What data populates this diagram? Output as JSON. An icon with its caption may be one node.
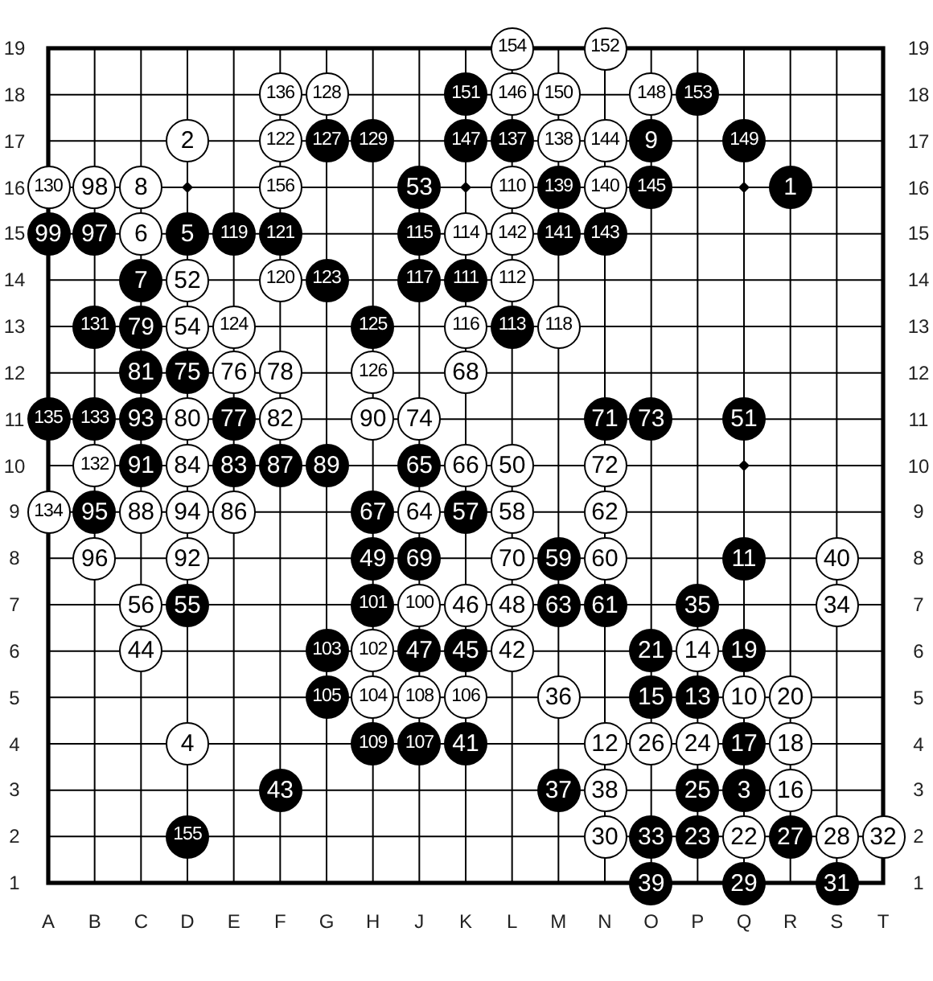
{
  "diagram": {
    "nodes": [
      {
        "text": [
          "154"
        ]
      },
      {
        "text": [
          "152"
        ]
      },
      {
        "text": [
          "136"
        ]
      },
      {
        "text": [
          "128"
        ]
      },
      {
        "text": [
          "151"
        ]
      },
      {
        "text": [
          "146"
        ]
      },
      {
        "text": [
          "150"
        ]
      },
      {
        "text": [
          "148"
        ]
      },
      {
        "text": [
          "153"
        ]
      },
      {
        "text": [
          "2"
        ]
      },
      {
        "text": [
          "122"
        ]
      },
      {
        "text": [
          "127"
        ]
      },
      {
        "text": [
          "129"
        ]
      },
      {
        "text": [
          "147"
        ]
      },
      {
        "text": [
          "137"
        ]
      },
      {
        "text": [
          "138"
        ]
      },
      {
        "text": [
          "144"
        ]
      },
      {
        "text": [
          "9"
        ]
      },
      {
        "text": [
          "149"
        ]
      },
      {
        "text": [
          "130"
        ]
      },
      {
        "text": [
          "98"
        ]
      },
      {
        "text": [
          "8"
        ]
      },
      {
        "text": [
          "156"
        ]
      },
      {
        "text": [
          "53"
        ]
      },
      {
        "text": [
          "110"
        ]
      },
      {
        "text": [
          "139"
        ]
      },
      {
        "text": [
          "140"
        ]
      },
      {
        "text": [
          "145"
        ]
      },
      {
        "text": [
          "1"
        ]
      },
      {
        "text": [
          "99"
        ]
      },
      {
        "text": [
          "97"
        ]
      },
      {
        "text": [
          "6"
        ]
      },
      {
        "text": [
          "5"
        ]
      },
      {
        "text": [
          "119"
        ]
      },
      {
        "text": [
          "121"
        ]
      },
      {
        "text": [
          "115"
        ]
      },
      {
        "text": [
          "114"
        ]
      },
      {
        "text": [
          "142"
        ]
      },
      {
        "text": [
          "141"
        ]
      },
      {
        "text": [
          "143"
        ]
      },
      {
        "text": [
          "7"
        ]
      },
      {
        "text": [
          "52"
        ]
      },
      {
        "text": [
          "120"
        ]
      },
      {
        "text": [
          "123"
        ]
      },
      {
        "text": [
          "117"
        ]
      },
      {
        "text": [
          "111"
        ]
      },
      {
        "text": [
          "112"
        ]
      },
      {
        "text": [
          "131"
        ]
      },
      {
        "text": [
          "79"
        ]
      },
      {
        "text": [
          "54"
        ]
      },
      {
        "text": [
          "124"
        ]
      },
      {
        "text": [
          "125"
        ]
      },
      {
        "text": [
          "116"
        ]
      },
      {
        "text": [
          "113"
        ]
      },
      {
        "text": [
          "118"
        ]
      },
      {
        "text": [
          "81"
        ]
      },
      {
        "text": [
          "75"
        ]
      },
      {
        "text": [
          "76"
        ]
      },
      {
        "text": [
          "78"
        ]
      },
      {
        "text": [
          "126"
        ]
      },
      {
        "text": [
          "68"
        ]
      },
      {
        "text": [
          "135"
        ]
      },
      {
        "text": [
          "133"
        ]
      },
      {
        "text": [
          "93"
        ]
      },
      {
        "text": [
          "80"
        ]
      },
      {
        "text": [
          "77"
        ]
      },
      {
        "text": [
          "82"
        ]
      },
      {
        "text": [
          "90"
        ]
      },
      {
        "text": [
          "74"
        ]
      },
      {
        "text": [
          "71"
        ]
      },
      {
        "text": [
          "73"
        ]
      },
      {
        "text": [
          "51"
        ]
      },
      {
        "text": [
          "132"
        ]
      },
      {
        "text": [
          "91"
        ]
      },
      {
        "text": [
          "84"
        ]
      },
      {
        "text": [
          "83"
        ]
      },
      {
        "text": [
          "87"
        ]
      },
      {
        "text": [
          "89"
        ]
      },
      {
        "text": [
          "65"
        ]
      },
      {
        "text": [
          "66"
        ]
      },
      {
        "text": [
          "50"
        ]
      },
      {
        "text": [
          "72"
        ]
      },
      {
        "text": [
          "134"
        ]
      },
      {
        "text": [
          "95"
        ]
      },
      {
        "text": [
          "88"
        ]
      },
      {
        "text": [
          "94"
        ]
      },
      {
        "text": [
          "86"
        ]
      },
      {
        "text": [
          "67"
        ]
      },
      {
        "text": [
          "64"
        ]
      },
      {
        "text": [
          "57"
        ]
      },
      {
        "text": [
          "58"
        ]
      },
      {
        "text": [
          "62"
        ]
      },
      {
        "text": [
          "96"
        ]
      },
      {
        "text": [
          "92"
        ]
      },
      {
        "text": [
          "49"
        ]
      },
      {
        "text": [
          "69"
        ]
      },
      {
        "text": [
          "70"
        ]
      },
      {
        "text": [
          "59"
        ]
      },
      {
        "text": [
          "60"
        ]
      },
      {
        "text": [
          "11"
        ]
      },
      {
        "text": [
          "40"
        ]
      },
      {
        "text": [
          "56"
        ]
      },
      {
        "text": [
          "55"
        ]
      },
      {
        "text": [
          "101"
        ]
      },
      {
        "text": [
          "100"
        ]
      },
      {
        "text": [
          "46"
        ]
      },
      {
        "text": [
          "48"
        ]
      },
      {
        "text": [
          "63"
        ]
      },
      {
        "text": [
          "61"
        ]
      },
      {
        "text": [
          "35"
        ]
      },
      {
        "text": [
          "34"
        ]
      },
      {
        "text": [
          "44"
        ]
      },
      {
        "text": [
          "103"
        ]
      },
      {
        "text": [
          "102"
        ]
      },
      {
        "text": [
          "47"
        ]
      },
      {
        "text": [
          "45"
        ]
      },
      {
        "text": [
          "42"
        ]
      },
      {
        "text": [
          "21"
        ]
      },
      {
        "text": [
          "14"
        ]
      },
      {
        "text": [
          "19"
        ]
      },
      {
        "text": [
          "105"
        ]
      },
      {
        "text": [
          "104"
        ]
      },
      {
        "text": [
          "108"
        ]
      },
      {
        "text": [
          "106"
        ]
      },
      {
        "text": [
          "36"
        ]
      },
      {
        "text": [
          "15"
        ]
      },
      {
        "text": [
          "13"
        ]
      },
      {
        "text": [
          "10"
        ]
      },
      {
        "text": [
          "20"
        ]
      },
      {
        "text": [
          "4"
        ]
      },
      {
        "text": [
          "109"
        ]
      },
      {
        "text": [
          "107"
        ]
      },
      {
        "text": [
          "41"
        ]
      },
      {
        "text": [
          "12"
        ]
      },
      {
        "text": [
          "26"
        ]
      },
      {
        "text": [
          "24"
        ]
      },
      {
        "text": [
          "17"
        ]
      },
      {
        "text": [
          "18"
        ]
      },
      {
        "text": [
          "43"
        ]
      },
      {
        "text": [
          "37"
        ]
      },
      {
        "text": [
          "38"
        ]
      },
      {
        "text": [
          "25"
        ]
      },
      {
        "text": [
          "3"
        ]
      },
      {
        "text": [
          "16"
        ]
      },
      {
        "text": [
          "155"
        ]
      },
      {
        "text": [
          "30"
        ]
      },
      {
        "text": [
          "33"
        ]
      },
      {
        "text": [
          "23"
        ]
      },
      {
        "text": [
          "22"
        ]
      },
      {
        "text": [
          "27"
        ]
      },
      {
        "text": [
          "28"
        ]
      },
      {
        "text": [
          "32"
        ]
      },
      {
        "text": [
          "39"
        ]
      },
      {
        "text": [
          "29"
        ]
      },
      {
        "text": [
          "31"
        ]
      }
    ],
    "labels": [
      "19",
      "19",
      "18",
      "18",
      "17",
      "17",
      "16",
      "16",
      "15",
      "15",
      "14",
      "14",
      "13",
      "13",
      "12",
      "12",
      "11",
      "11",
      "10",
      "10",
      "9",
      "9",
      "8",
      "8",
      "7",
      "7",
      "6",
      "6",
      "5",
      "5",
      "4",
      "4",
      "3",
      "3",
      "2",
      "2",
      "1",
      "1",
      "A",
      "B",
      "C",
      "D",
      "E",
      "F",
      "G",
      "H",
      "J",
      "K",
      "L",
      "M",
      "N",
      "O",
      "P",
      "Q",
      "R",
      "S",
      "T"
    ]
  }
}
